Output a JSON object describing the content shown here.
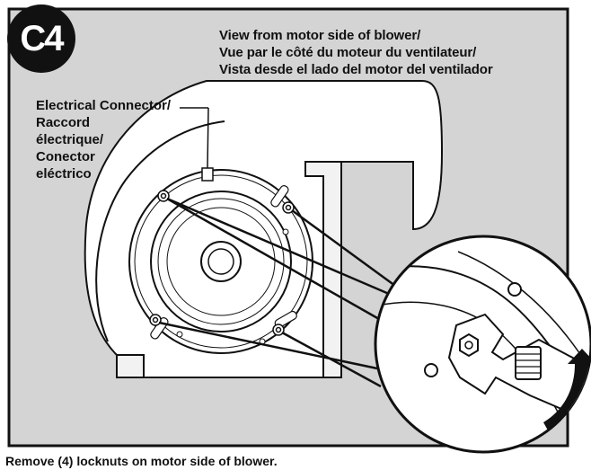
{
  "figure": {
    "step_badge": "C4",
    "view_title": [
      "View from motor side of blower/",
      "Vue par le côté du moteur du ventilateur/",
      "Vista desde el lado del motor del ventilador"
    ],
    "connector_label": [
      "Electrical Connector/",
      "Raccord",
      "électrique/",
      "Conector",
      "eléctrico"
    ],
    "caption": "Remove (4) locknuts on motor side of blower."
  },
  "colors": {
    "panel_fill": "#d4d4d4",
    "line": "#111111",
    "badge": "#111111",
    "arrow": "#111111"
  },
  "icons": [
    "step-badge",
    "wrench-icon",
    "rotation-arrow-icon",
    "locknut-icon"
  ]
}
